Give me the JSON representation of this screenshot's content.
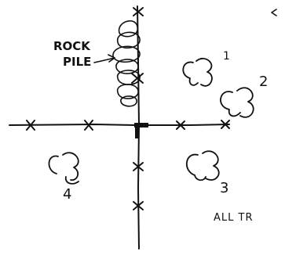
{
  "labels": {
    "rock_pile_line1": "ROCK",
    "rock_pile_line2": "PILE",
    "cluster_1": "1",
    "cluster_2": "2",
    "cluster_3": "3",
    "cluster_4": "4",
    "caption": "ALL TR"
  },
  "icons": {
    "rock_pile": "stacked-loops-sketch",
    "cluster": "tree-cluster-sketch",
    "tick": "x-mark",
    "origin_marker": "filled-square"
  },
  "colors": {
    "ink": "#111111",
    "paper": "#ffffff"
  }
}
